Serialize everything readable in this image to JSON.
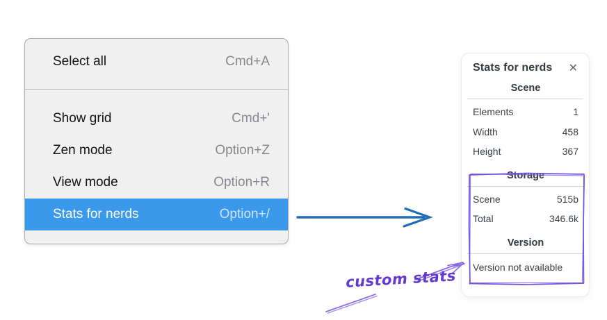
{
  "context_menu": {
    "sections": [
      {
        "items": [
          {
            "label": "Select all",
            "shortcut": "Cmd+A",
            "highlighted": false
          }
        ]
      },
      {
        "items": [
          {
            "label": "Show grid",
            "shortcut": "Cmd+'",
            "highlighted": false
          },
          {
            "label": "Zen mode",
            "shortcut": "Option+Z",
            "highlighted": false
          },
          {
            "label": "View mode",
            "shortcut": "Option+R",
            "highlighted": false
          },
          {
            "label": "Stats for nerds",
            "shortcut": "Option+/",
            "highlighted": true
          }
        ]
      }
    ]
  },
  "stats_panel": {
    "title": "Stats for nerds",
    "close_glyph": "✕",
    "sections": [
      {
        "heading": "Scene",
        "rows": [
          {
            "label": "Elements",
            "value": "1"
          },
          {
            "label": "Width",
            "value": "458"
          },
          {
            "label": "Height",
            "value": "367"
          }
        ]
      },
      {
        "heading": "Storage",
        "rows": [
          {
            "label": "Scene",
            "value": "515b"
          },
          {
            "label": "Total",
            "value": "346.6k"
          }
        ]
      },
      {
        "heading": "Version",
        "note": "Version not available"
      }
    ]
  },
  "annotation": {
    "label": "custom stats"
  },
  "colors": {
    "menu_highlight": "#3b99ec",
    "menu_background": "#f0f0f1",
    "arrow_blue": "#1f6cb5",
    "sketch_purple": "#7453dd",
    "annotation_text_purple": "#6439cf"
  }
}
